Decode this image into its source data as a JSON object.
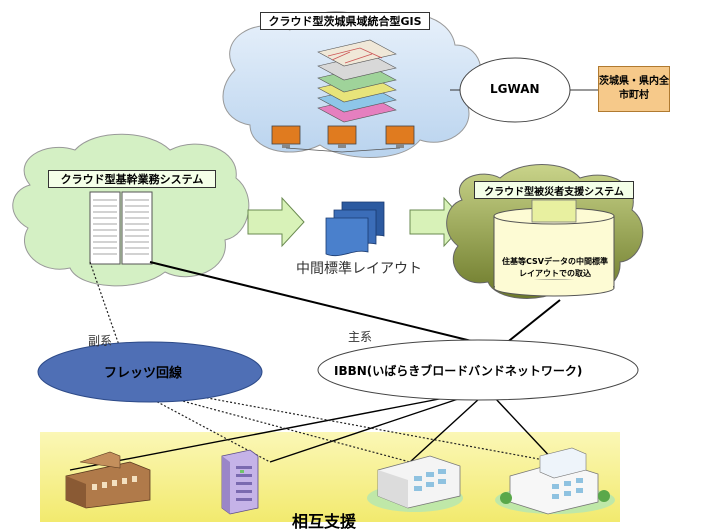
{
  "gis_title": "クラウド型茨城県域統合型GIS",
  "lgwan": "LGWAN",
  "municipalities": "茨城県・県内全市町村",
  "core_system": "クラウド型基幹業務システム",
  "victim_system": "クラウド型被災者支援システム",
  "layout_label": "中間標準レイアウト",
  "csv_import": "住基等CSVデータの中間標準レイアウトでの取込",
  "sub_line_label": "副系",
  "main_line_label": "主系",
  "flets": "フレッツ回線",
  "ibbn": "IBBN(いばらきブロードバンドネットワーク)",
  "mutual_support": "相互支援",
  "colors": {
    "cloud_blue": "#dce9f5",
    "cloud_green": "#d4f0c4",
    "cloud_olive": "#9aa84a",
    "flets_fill": "#4f6fb5",
    "arrow_fill": "#d8f2b8",
    "municipal_box": "#f6c98a",
    "support_band": "#f7f29a"
  }
}
